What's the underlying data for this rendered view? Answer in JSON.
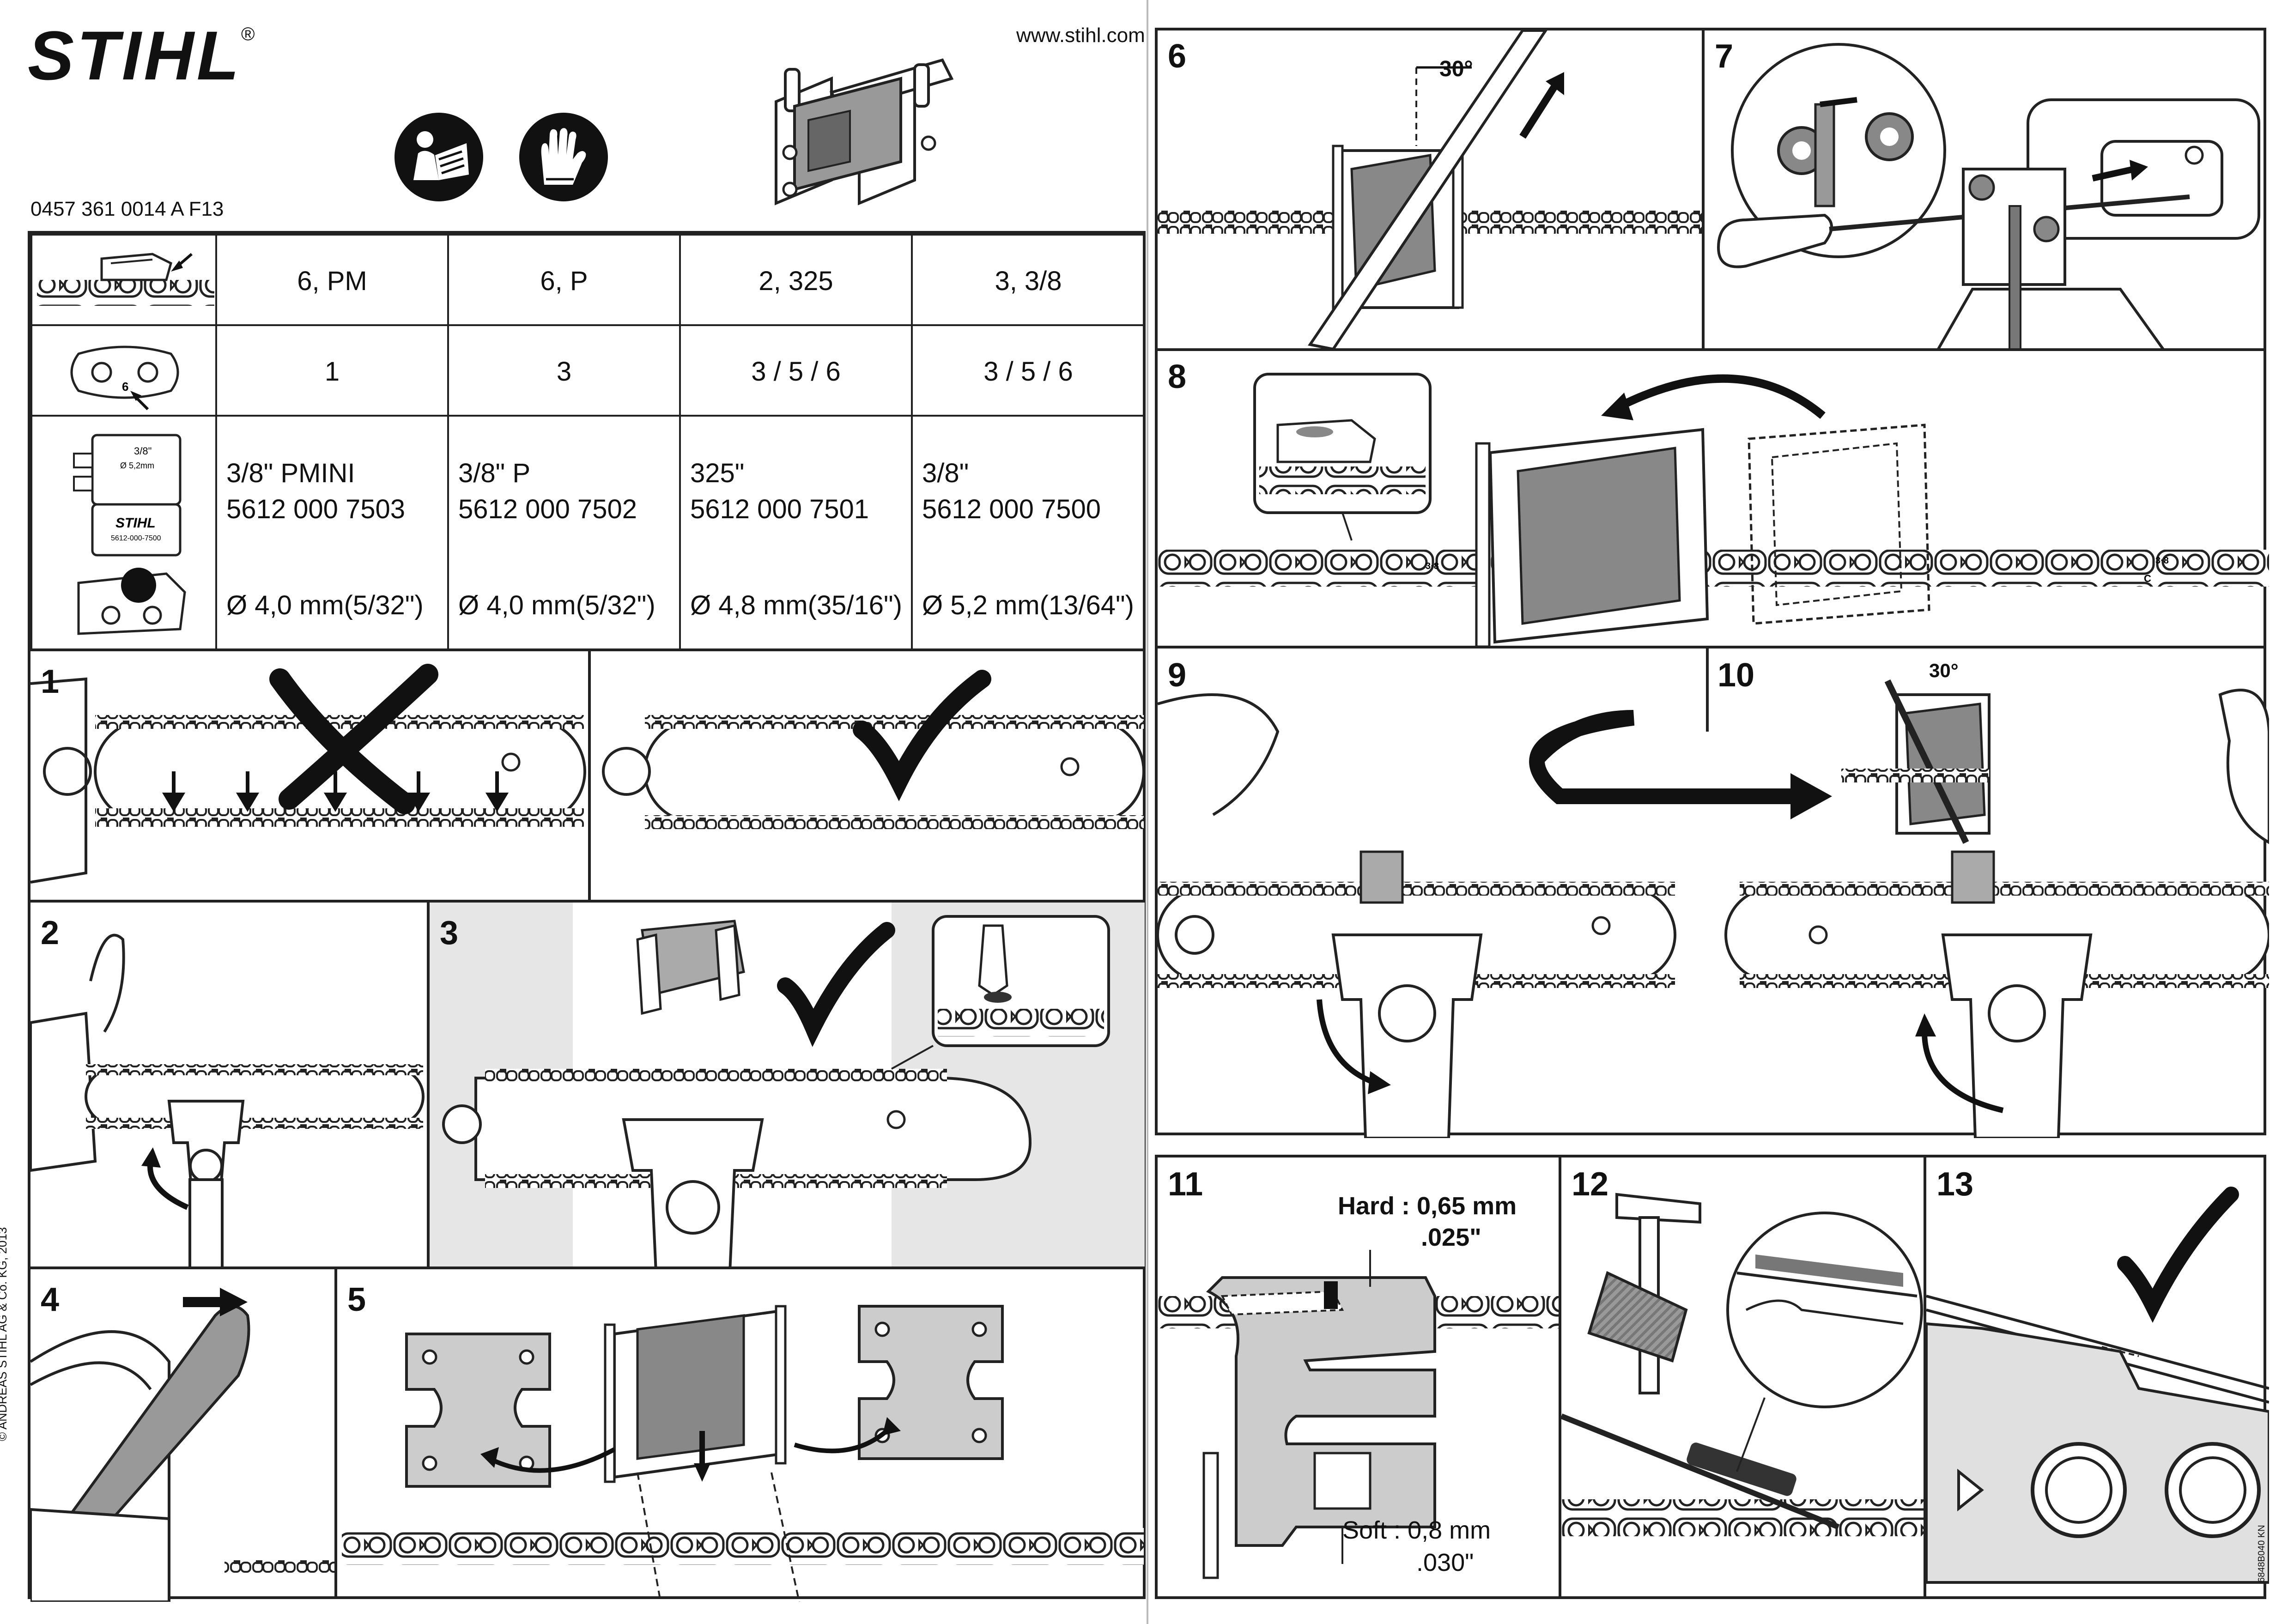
{
  "brand": {
    "logo_text": "STIHL",
    "registered": "®"
  },
  "website": "www.stihl.com",
  "part_number": "0457 361 0014  A F13",
  "copyright": "© ANDREAS STIHL AG & Co. KG, 2013",
  "doc_code": "6848B040 KN",
  "icons": [
    "read-manual-icon",
    "wear-gloves-icon"
  ],
  "table": {
    "pitch_row": [
      "6, PM",
      "6, P",
      "2, 325",
      "3, 3/8"
    ],
    "gauge_row": [
      "1",
      "3",
      "3 / 5 / 6",
      "3 / 5 / 6"
    ],
    "spec_rows": [
      {
        "pitch": "3/8\" PMINI",
        "part": "5612 000 7503",
        "file": "Ø 4,0 mm(5/32\")"
      },
      {
        "pitch": "3/8\" P",
        "part": "5612 000 7502",
        "file": "Ø 4,0 mm(5/32\")"
      },
      {
        "pitch": "325\"",
        "part": "5612 000 7501",
        "file": "Ø 4,8 mm(35/16\")"
      },
      {
        "pitch": "3/8\"",
        "part": "5612 000 7500",
        "file": "Ø 5,2 mm(13/64\")"
      }
    ],
    "tool_label_small": "3/8\"",
    "tool_label_dia": "Ø 5,2mm",
    "tool_label_brand": "STIHL",
    "tool_label_part": "5612-000-7500",
    "gauge_mark": "6"
  },
  "steps": {
    "s1": "1",
    "s2": "2",
    "s3": "3",
    "s4": "4",
    "s5": "5",
    "s6": "6",
    "s7": "7",
    "s8": "8",
    "s9": "9",
    "s10": "10",
    "s11": "11",
    "s12": "12",
    "s13": "13"
  },
  "angles": {
    "step6": "30°",
    "step10": "30°"
  },
  "chain_marks": {
    "mark_a": "3·8",
    "mark_b": "3·8",
    "mark_c": "C"
  },
  "depth_gauge": {
    "hard_label": "Hard : 0,65 mm",
    "hard_inch": ".025\"",
    "soft_label": "Soft : 0,8 mm",
    "soft_inch": ".030\""
  }
}
